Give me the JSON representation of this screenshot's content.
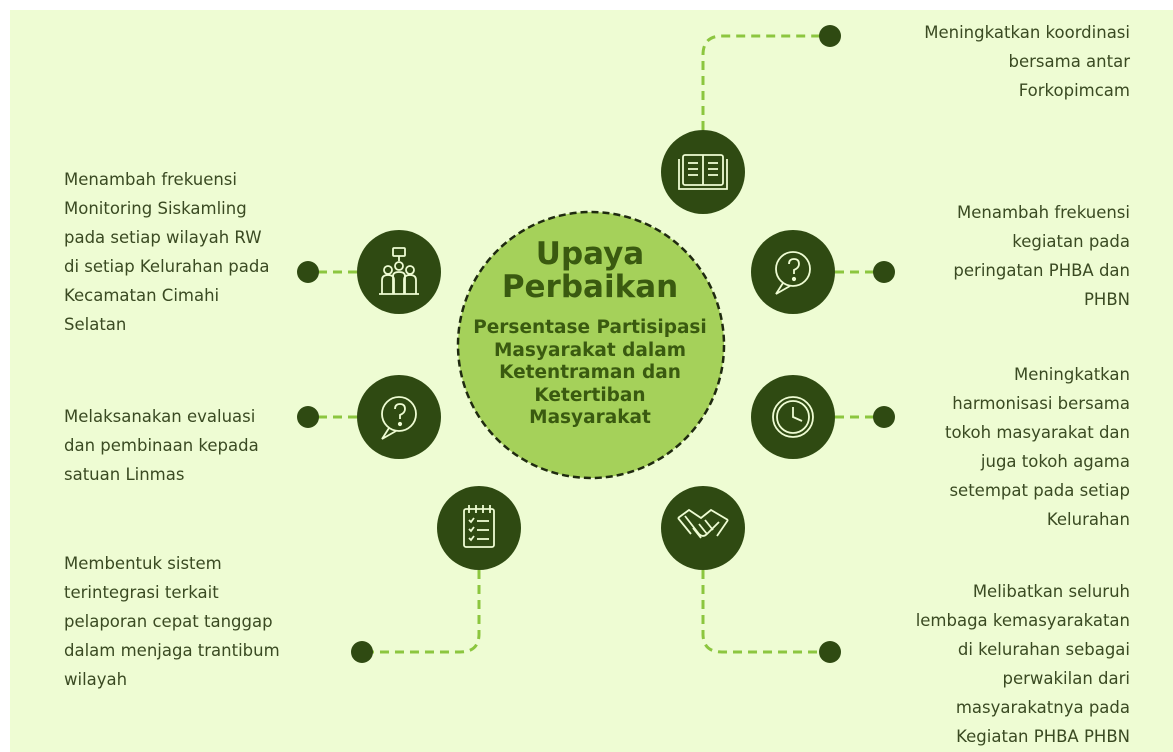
{
  "center": {
    "title": "Upaya\nPerbaikan",
    "subtitle": "Persentase Partisipasi\nMasyarakat dalam\nKetentraman dan\nKetertiban\nMasyarakat"
  },
  "items": [
    {
      "text": "Meningkatkan koordinasi\nbersama antar\nForkopimcam",
      "icon": "book-icon"
    },
    {
      "text": "Menambah frekuensi\nkegiatan pada\nperingatan PHBA dan\nPHBN",
      "icon": "question-chat-icon"
    },
    {
      "text": "Meningkatkan\nharmonisasi bersama\ntokoh masyarakat dan\njuga tokoh agama\nsetempat pada setiap\nKelurahan",
      "icon": "clock-icon"
    },
    {
      "text": "Melibatkan seluruh\nlembaga kemasyarakatan\ndi kelurahan sebagai\nperwakilan dari\nmasyarakatnya pada\nKegiatan PHBA PHBN",
      "icon": "handshake-icon"
    },
    {
      "text": "Membentuk sistem\nterintegrasi terkait\npelaporan cepat tanggap\ndalam menjaga trantibum\nwilayah",
      "icon": "checklist-icon"
    },
    {
      "text": "Melaksanakan evaluasi\ndan pembinaan kepada\nsatuan Linmas",
      "icon": "question-chat-icon"
    },
    {
      "text": "Menambah frekuensi\nMonitoring Siskamling\npada setiap wilayah RW\ndi setiap Kelurahan pada\nKecamatan Cimahi\nSelatan",
      "icon": "team-icon"
    }
  ],
  "colors": {
    "background": "#eefcd3",
    "node_fill": "#2f4a12",
    "center_fill": "#a5d15a",
    "connector": "#8cc63f",
    "text": "#3a4a22",
    "title": "#3a5a10"
  }
}
